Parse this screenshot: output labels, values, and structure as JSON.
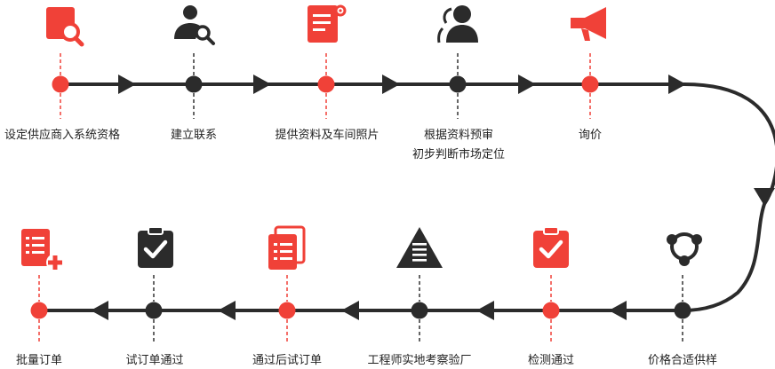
{
  "colors": {
    "accent": "#f04138",
    "dark": "#2b2b2b",
    "dash_red": "#f04138",
    "dash_dark": "#333333"
  },
  "steps": [
    {
      "label": "设定供应商入系统资格",
      "label2": "",
      "icon": "search-document-icon",
      "tone": "red"
    },
    {
      "label": "建立联系",
      "label2": "",
      "icon": "user-search-icon",
      "tone": "dark"
    },
    {
      "label": "提供资料及车间照片",
      "label2": "",
      "icon": "document-settings-icon",
      "tone": "red"
    },
    {
      "label": "根据资料预审",
      "label2": "初步判断市场定位",
      "icon": "users-icon",
      "tone": "dark"
    },
    {
      "label": "询价",
      "label2": "",
      "icon": "megaphone-icon",
      "tone": "red"
    },
    {
      "label": "价格合适供样",
      "label2": "",
      "icon": "share-icon",
      "tone": "dark"
    },
    {
      "label": "检测通过",
      "label2": "",
      "icon": "clipboard-check-icon",
      "tone": "red"
    },
    {
      "label": "工程师实地考察验厂",
      "label2": "",
      "icon": "triangle-list-icon",
      "tone": "dark"
    },
    {
      "label": "通过后试订单",
      "label2": "",
      "icon": "stacked-list-icon",
      "tone": "red"
    },
    {
      "label": "试订单通过",
      "label2": "",
      "icon": "clipboard-check-icon",
      "tone": "dark"
    },
    {
      "label": "批量订单",
      "label2": "",
      "icon": "list-add-icon",
      "tone": "red"
    }
  ]
}
